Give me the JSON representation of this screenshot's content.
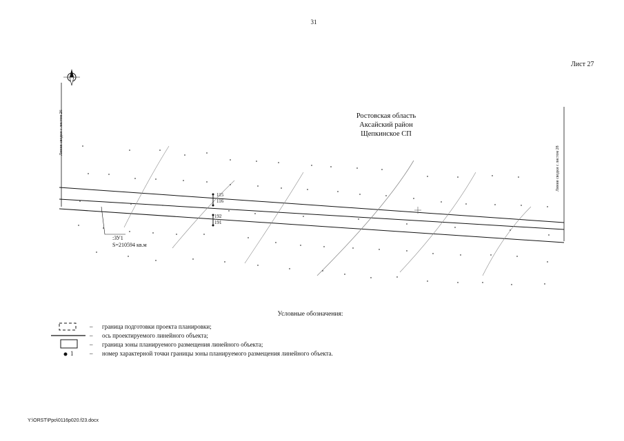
{
  "page": {
    "number": "31",
    "sheet": "Лист 27",
    "footer_path": "Y:\\ORST\\Ppo\\0116p020.f23.docx"
  },
  "map": {
    "region_lines": [
      "Ростовская область",
      "Аксайский район",
      "Щепкинское СП"
    ],
    "match_line_left": "Линия сводки с листом 26",
    "match_line_right": "Линия сводки с листом 28",
    "points": [
      "115",
      "116",
      "192",
      "191"
    ],
    "parcel": {
      "id": ":ЗУ1",
      "area": "S=210594 кв.м"
    },
    "compass": "north-arrow-icon"
  },
  "legend": {
    "title": "Условные обозначения:",
    "dash": "–",
    "items": [
      {
        "symbol": "dashed-rectangle",
        "text": "граница подготовки проекта планировки;"
      },
      {
        "symbol": "axis-line",
        "text": "ось проектируемого линейного объекта;"
      },
      {
        "symbol": "solid-rectangle",
        "text": "граница зоны планируемого размещения линейного объекта;"
      },
      {
        "symbol": "point-number",
        "symbol_label": "1",
        "text": "номер характерной точки границы зоны планируемого размещения линейного объекта."
      }
    ]
  },
  "colors": {
    "ink": "#111111",
    "faint": "#8a8a8a"
  }
}
